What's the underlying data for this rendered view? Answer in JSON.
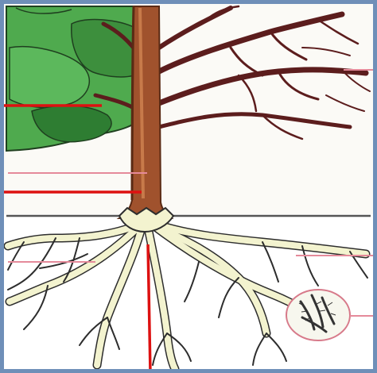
{
  "diagram": {
    "subject": "tree-with-roots",
    "labels": [],
    "parts": [
      "foliage",
      "branches",
      "trunk",
      "soil-line",
      "roots",
      "root-hairs-magnified"
    ],
    "pointers": {
      "major": [
        "branch-pointer",
        "trunk-pointer",
        "root-pointer"
      ],
      "minor": [
        "upper-right-pointer",
        "trunk-mid-pointer",
        "left-root-pointer",
        "right-root-pointer",
        "root-hair-pointer"
      ]
    },
    "colors": {
      "frame": "#6f8fb8",
      "sky": "#fbfaf6",
      "foliage_light": "#4faa4e",
      "foliage_dark": "#2e7d32",
      "trunk": "#a0522d",
      "trunk_dark": "#5a2a14",
      "branch": "#5c1d1d",
      "soil_line": "#555555",
      "root_fill": "#f3f3cf",
      "root_outline": "#2d2d2d",
      "pointer_major": "#dd1111",
      "pointer_minor": "#e58a9a"
    }
  }
}
